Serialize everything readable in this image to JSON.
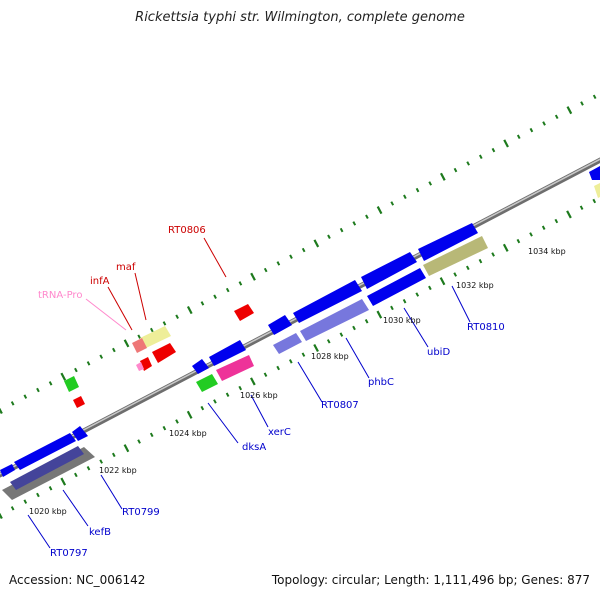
{
  "title": "Rickettsia typhi str. Wilmington, complete genome",
  "footer": {
    "accession": "Accession: NC_006142",
    "summary": "Topology: circular; Length: 1,111,496 bp; Genes: 877"
  },
  "colors": {
    "backbone": "#8a8a8a",
    "tick": "#1d7a1d",
    "cds": "#0000ee",
    "cds_light": "#7777dd",
    "trna": "#ff88cc",
    "red": "#ee0000",
    "yellow": "#eeee99",
    "green": "#22cc22",
    "magenta": "#ee3399",
    "olive": "#b8b877",
    "grey": "#777777",
    "label_blue": "#0000cc",
    "label_red": "#cc0000",
    "label_pink": "#ff88cc"
  },
  "scale_labels": [
    "1020 kbp",
    "1022 kbp",
    "1024 kbp",
    "1026 kbp",
    "1028 kbp",
    "1030 kbp",
    "1032 kbp",
    "1034 kbp"
  ],
  "gene_labels": [
    {
      "text": "RT0806",
      "color": "red"
    },
    {
      "text": "maf",
      "color": "red"
    },
    {
      "text": "infA",
      "color": "red"
    },
    {
      "text": "tRNA-Pro",
      "color": "pink"
    },
    {
      "text": "RT0797",
      "color": "blue"
    },
    {
      "text": "kefB",
      "color": "blue"
    },
    {
      "text": "RT0799",
      "color": "blue"
    },
    {
      "text": "dksA",
      "color": "blue"
    },
    {
      "text": "xerC",
      "color": "blue"
    },
    {
      "text": "RT0807",
      "color": "blue"
    },
    {
      "text": "phbC",
      "color": "blue"
    },
    {
      "text": "ubiD",
      "color": "blue"
    },
    {
      "text": "RT0810",
      "color": "blue"
    }
  ]
}
